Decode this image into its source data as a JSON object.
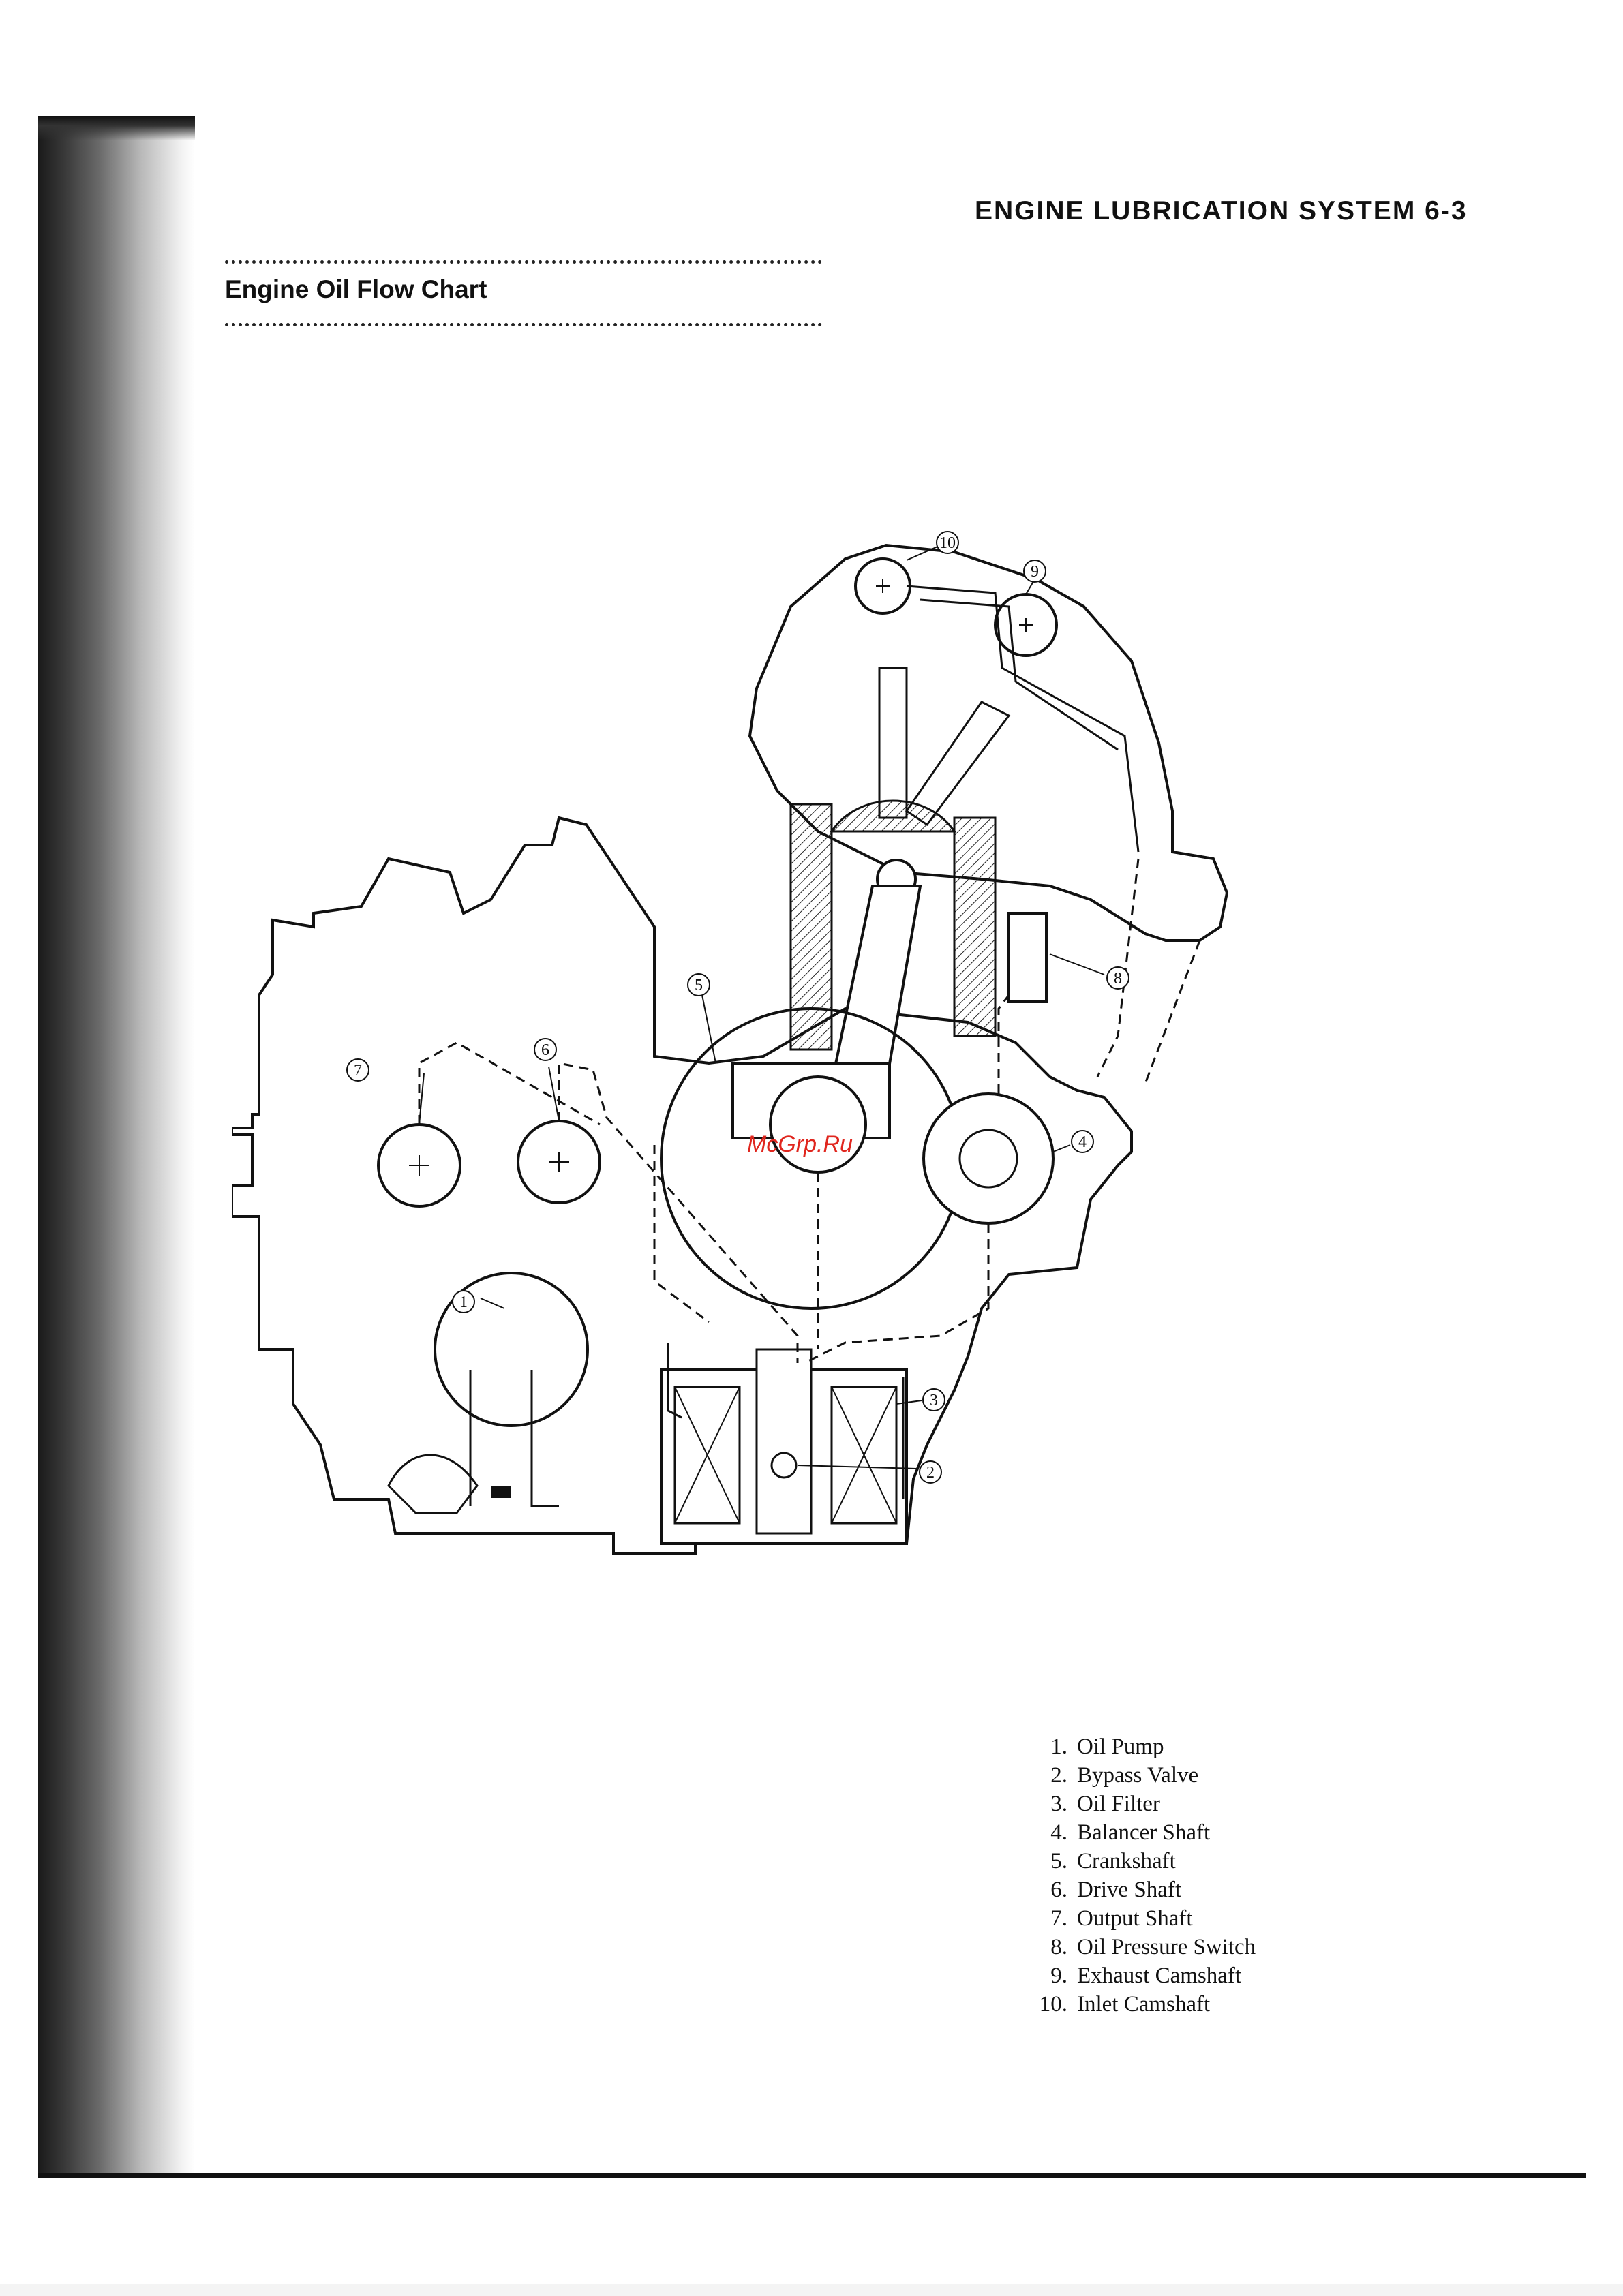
{
  "header": {
    "page_title": "ENGINE  LUBRICATION  SYSTEM 6-3"
  },
  "section": {
    "title": "Engine Oil Flow Chart"
  },
  "watermark": "McGrp.Ru",
  "callouts": [
    "1",
    "2",
    "3",
    "4",
    "5",
    "6",
    "7",
    "8",
    "9",
    "10"
  ],
  "legend": {
    "items": [
      {
        "num": "1.",
        "label": "Oil Pump"
      },
      {
        "num": "2.",
        "label": "Bypass Valve"
      },
      {
        "num": "3.",
        "label": "Oil Filter"
      },
      {
        "num": "4.",
        "label": "Balancer Shaft"
      },
      {
        "num": "5.",
        "label": "Crankshaft"
      },
      {
        "num": "6.",
        "label": "Drive Shaft"
      },
      {
        "num": "7.",
        "label": "Output Shaft"
      },
      {
        "num": "8.",
        "label": "Oil Pressure Switch"
      },
      {
        "num": "9.",
        "label": "Exhaust Camshaft"
      },
      {
        "num": "10.",
        "label": "Inlet Camshaft"
      }
    ]
  }
}
